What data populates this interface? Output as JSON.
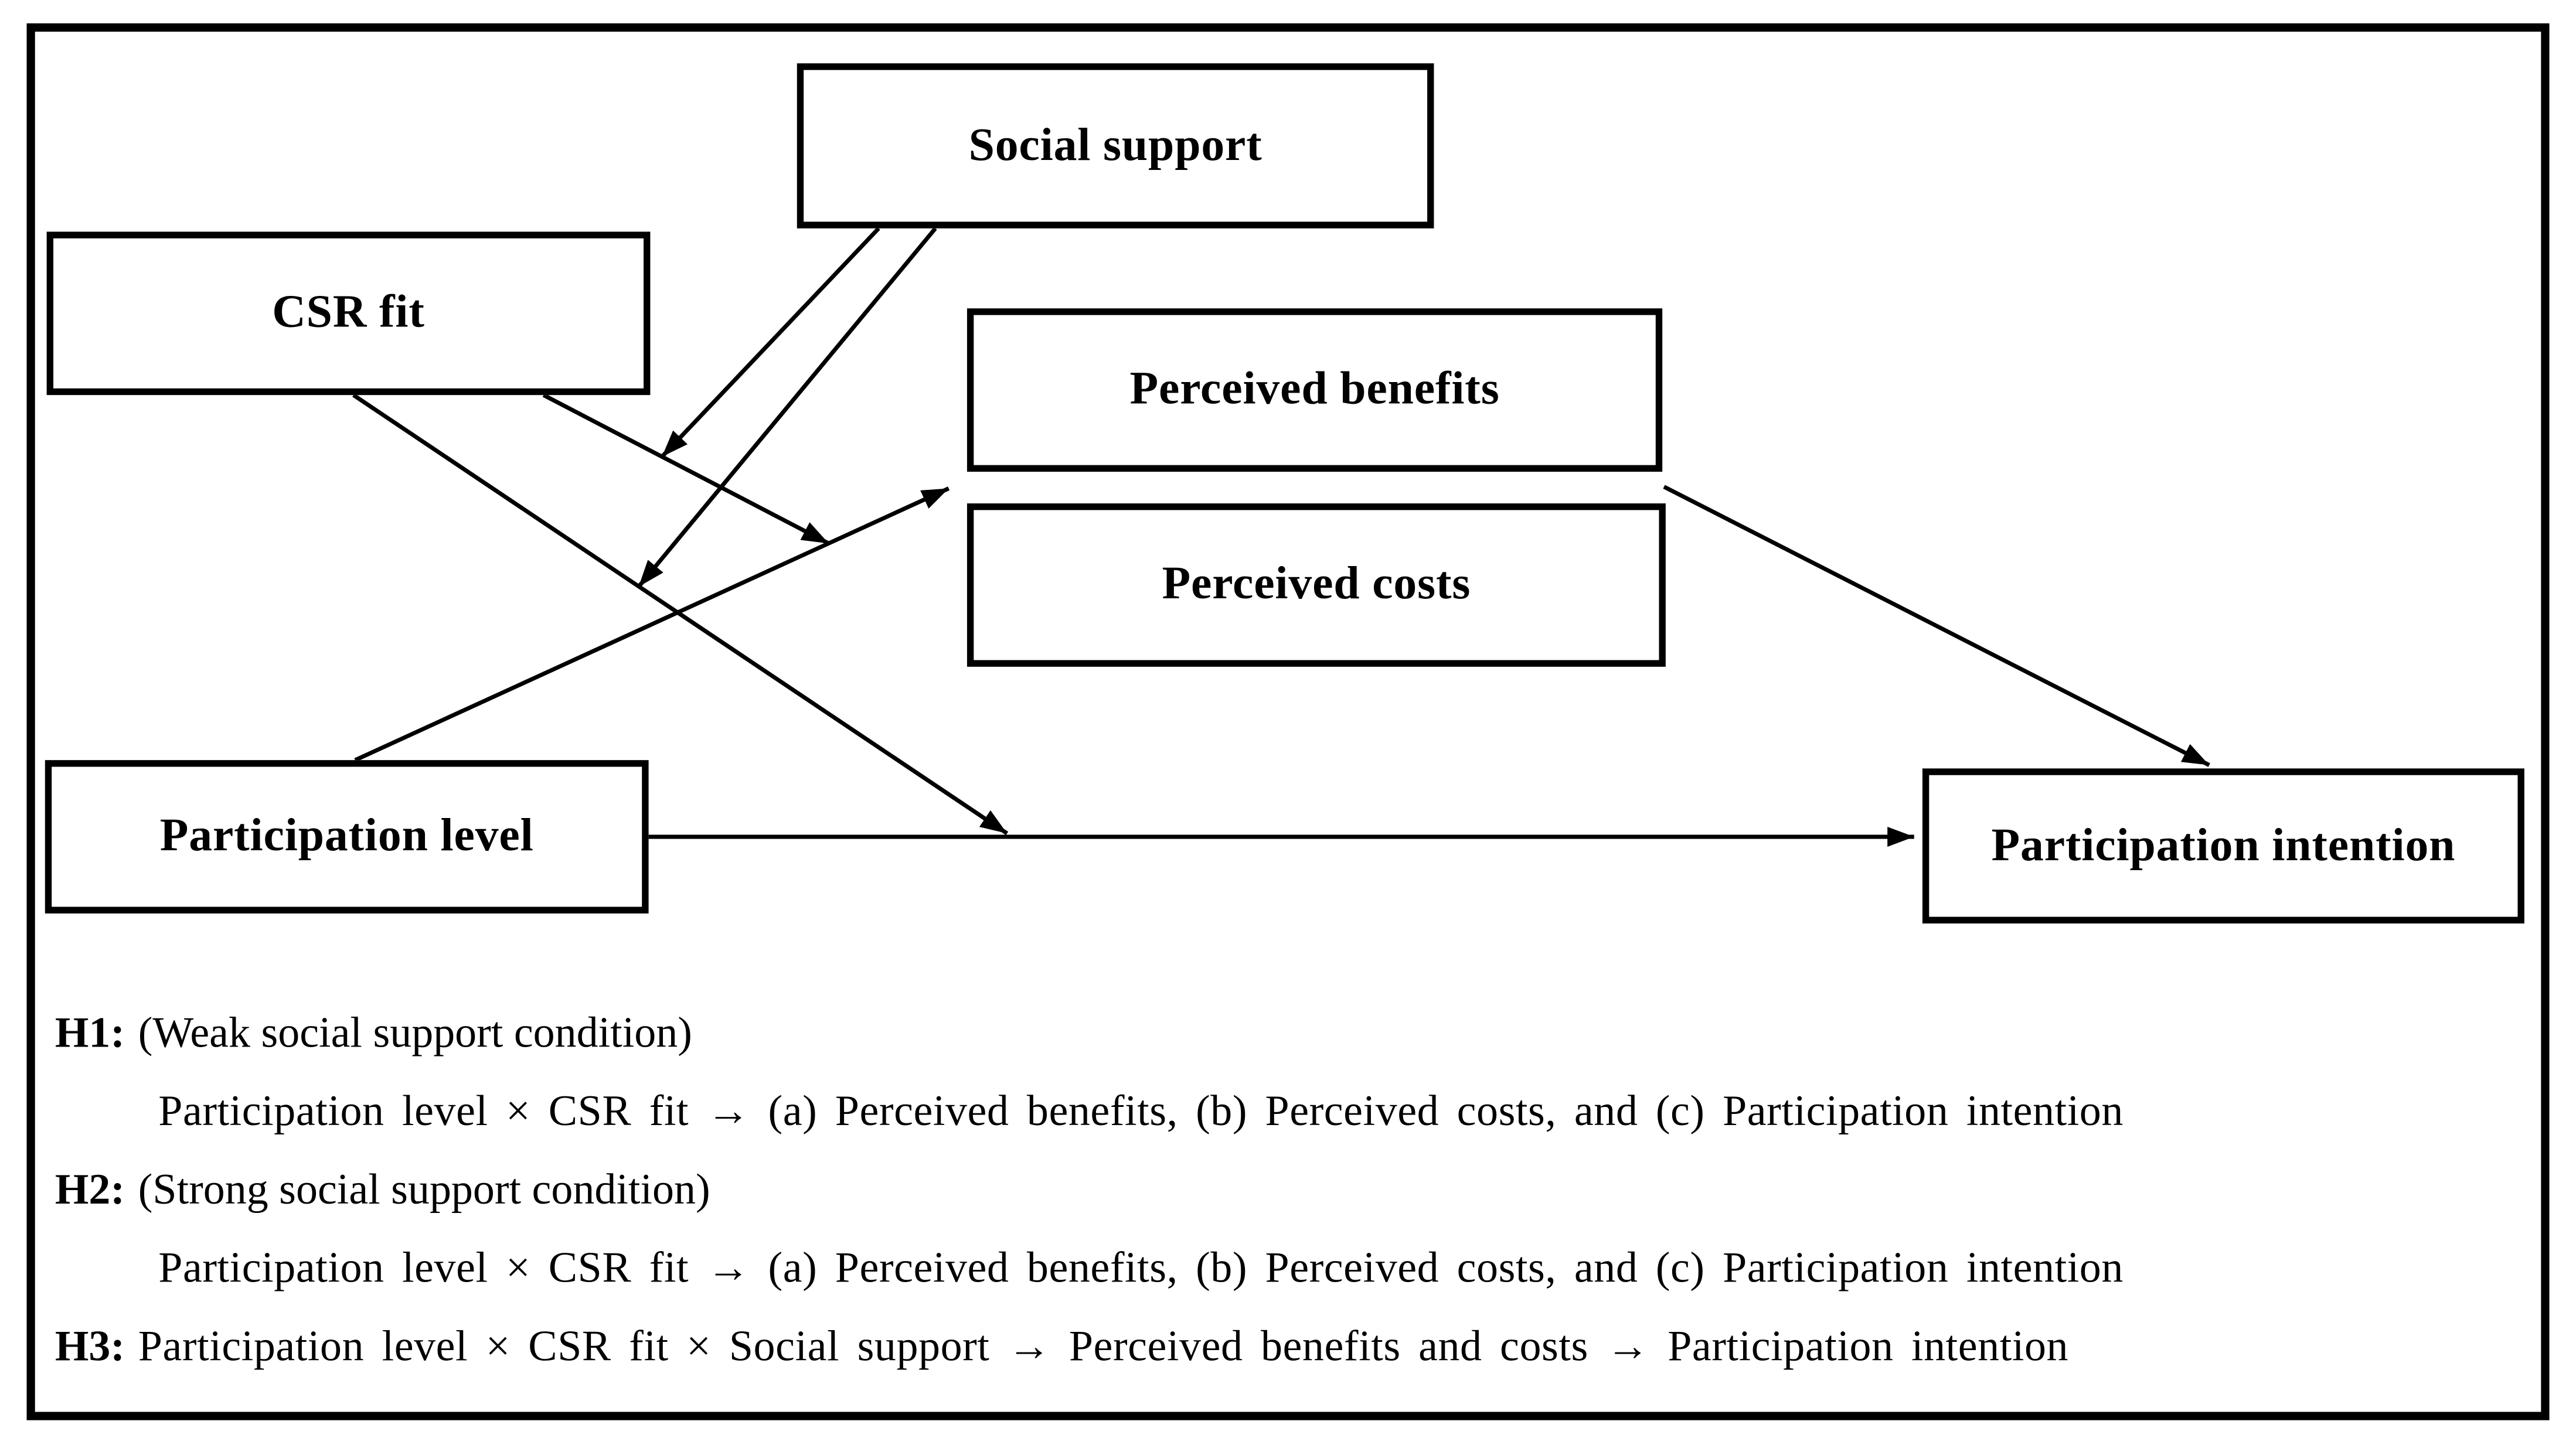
{
  "figure": {
    "boxes": [
      {
        "id": "social-support",
        "label": "Social support"
      },
      {
        "id": "csr-fit",
        "label": "CSR fit"
      },
      {
        "id": "perceived-benefits",
        "label": "Perceived benefits"
      },
      {
        "id": "perceived-costs",
        "label": "Perceived costs"
      },
      {
        "id": "participation-level",
        "label": "Participation level"
      },
      {
        "id": "participation-intention",
        "label": "Participation intention"
      }
    ],
    "edges": [
      {
        "from": "Participation level",
        "to": "Perceived benefits / Perceived costs",
        "type": "direct-arrow"
      },
      {
        "from": "Participation level",
        "to": "Participation intention",
        "type": "direct-arrow"
      },
      {
        "from": "Perceived benefits",
        "to": "Participation intention",
        "type": "direct-arrow"
      },
      {
        "from": "CSR fit",
        "to": "path: Participation level to Perceived benefits/costs",
        "type": "moderation-arrow"
      },
      {
        "from": "CSR fit",
        "to": "path: Participation level to Participation intention",
        "type": "moderation-arrow"
      },
      {
        "from": "Social support",
        "to": "upper CSR fit moderation arrow",
        "type": "moderation-arrow"
      },
      {
        "from": "Social support",
        "to": "lower CSR fit moderation arrow",
        "type": "moderation-arrow"
      }
    ],
    "colors": {
      "ink": "#000000",
      "background": "#ffffff"
    }
  },
  "hypotheses": {
    "h1": {
      "tag": "H1:",
      "condition": "(Weak social support condition)",
      "statement": "Participation level × CSR fit → (a) Perceived benefits, (b) Perceived costs, and (c) Participation intention"
    },
    "h2": {
      "tag": "H2:",
      "condition": "(Strong social support condition)",
      "statement": "Participation level × CSR fit → (a) Perceived benefits, (b) Perceived costs, and (c) Participation intention"
    },
    "h3": {
      "tag": "H3:",
      "statement": "Participation level × CSR fit × Social support → Perceived benefits and costs → Participation intention"
    }
  }
}
